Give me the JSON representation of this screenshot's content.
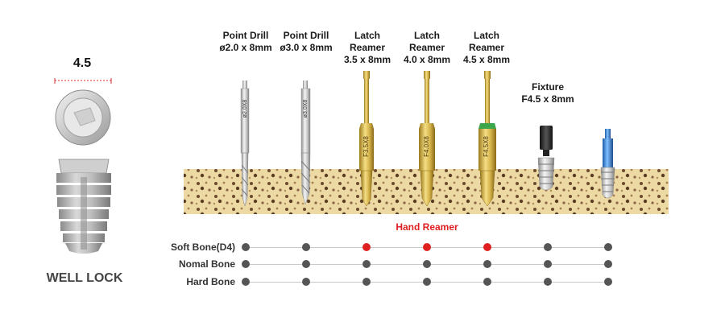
{
  "implant": {
    "size_label": "4.5",
    "brand": "WELL LOCK"
  },
  "tools": [
    {
      "line1": "Point Drill",
      "line2": "ø2.0 x 8mm",
      "line3": "",
      "mark": "ø2.0X8"
    },
    {
      "line1": "Point Drill",
      "line2": "ø3.0 x 8mm",
      "line3": "",
      "mark": "ø3.0X8"
    },
    {
      "line1": "Latch",
      "line2": "Reamer",
      "line3": "3.5 x 8mm",
      "mark": "F3.5X8"
    },
    {
      "line1": "Latch",
      "line2": "Reamer",
      "line3": "4.0 x 8mm",
      "mark": "F4.0X8"
    },
    {
      "line1": "Latch",
      "line2": "Reamer",
      "line3": "4.5 x 8mm",
      "mark": "F4.5X8"
    },
    {
      "line1": "Fixture",
      "line2": "F4.5 x 8mm",
      "line3": "",
      "mark": ""
    }
  ],
  "sequence": {
    "highlight_label": "Hand Reamer",
    "rows": [
      {
        "label": "Soft Bone(D4)",
        "dots": [
          "dark",
          "dark",
          "red",
          "red",
          "red",
          "dark",
          "dark"
        ]
      },
      {
        "label": "Nomal Bone",
        "dots": [
          "dark",
          "dark",
          "dark",
          "dark",
          "dark",
          "dark",
          "dark"
        ]
      },
      {
        "label": "Hard Bone",
        "dots": [
          "dark",
          "dark",
          "dark",
          "dark",
          "dark",
          "dark",
          "dark"
        ]
      }
    ]
  },
  "colors": {
    "red": "#e02020",
    "dark": "#555555",
    "gold": "#d4b24a",
    "bone": "#ecd9a3",
    "blue": "#2f7fd8"
  }
}
